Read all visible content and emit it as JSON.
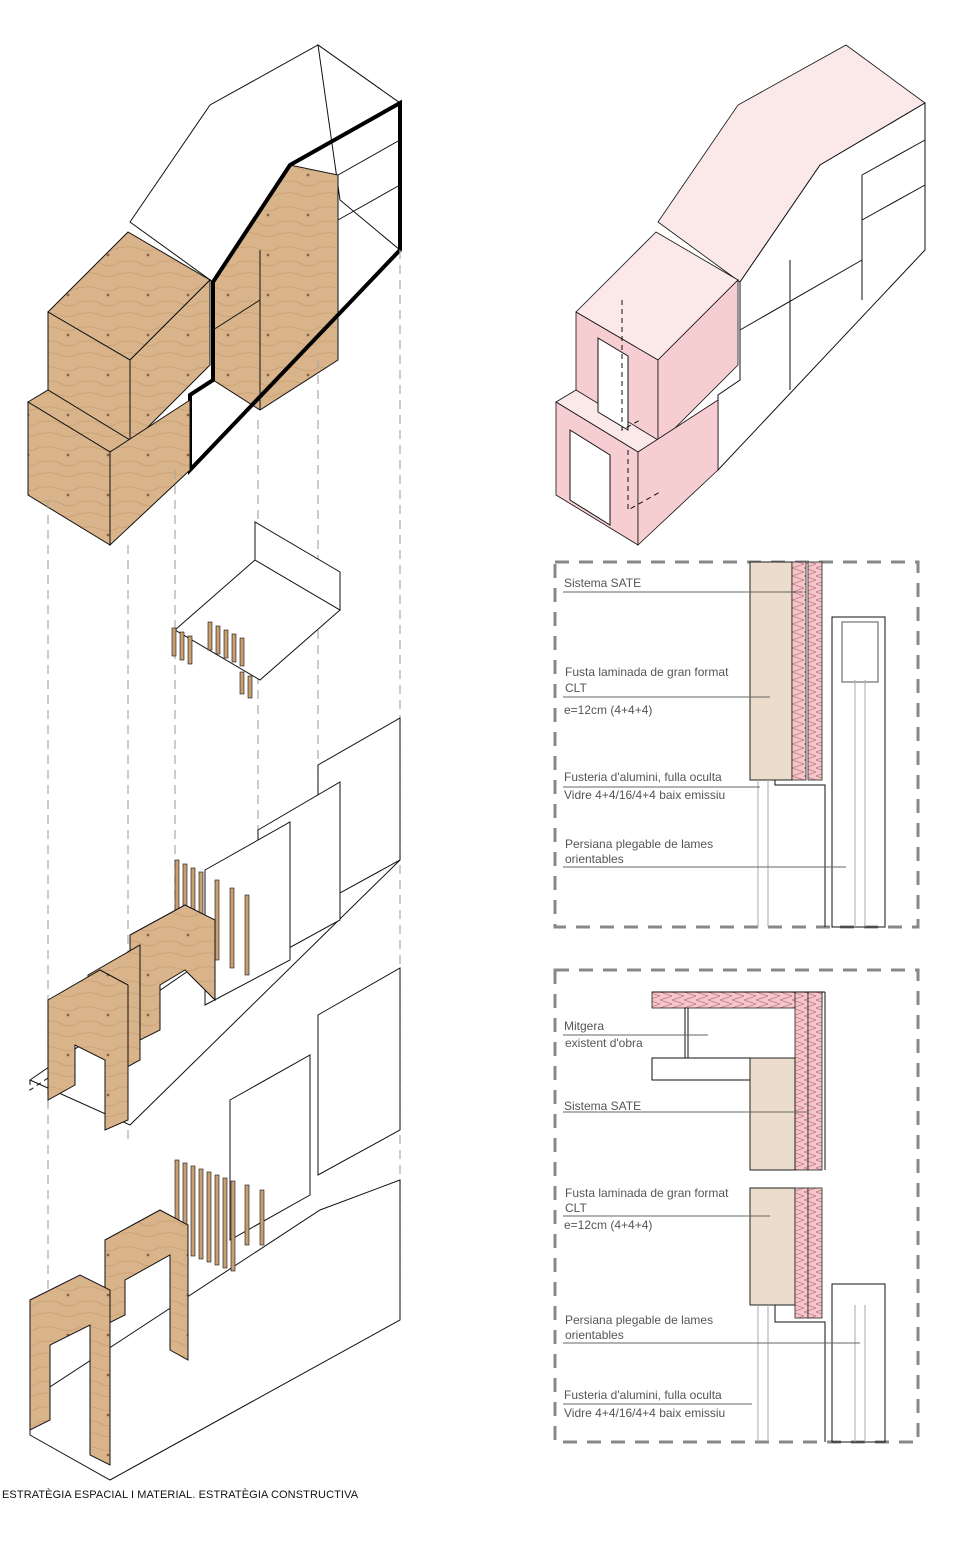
{
  "caption": "ESTRATÈGIA ESPACIAL I MATERIAL.  ESTRATÈGIA CONSTRUCTIVA",
  "colors": {
    "wood": "#d9b48a",
    "pink": "#f6cdd0",
    "light_pink": "#fbe9ea",
    "dashed_frame": "#888888"
  },
  "detail_top": {
    "labels": [
      {
        "text": "Sistema SATE"
      },
      {
        "text": "Fusta laminada de gran format"
      },
      {
        "text": "CLT"
      },
      {
        "text": "e=12cm (4+4+4)"
      },
      {
        "text": "Fusteria d'alumini, fulla oculta"
      },
      {
        "text": "Vidre 4+4/16/4+4 baix emissiu"
      },
      {
        "text": "Persiana plegable de lames"
      },
      {
        "text": "orientables"
      }
    ]
  },
  "detail_bottom": {
    "labels": [
      {
        "text": "Mitgera"
      },
      {
        "text": "existent d'obra"
      },
      {
        "text": "Sistema SATE"
      },
      {
        "text": "Fusta laminada de gran format"
      },
      {
        "text": "CLT"
      },
      {
        "text": "e=12cm (4+4+4)"
      },
      {
        "text": "Persiana plegable de lames"
      },
      {
        "text": "orientables"
      },
      {
        "text": "Fusteria d'alumini, fulla oculta"
      },
      {
        "text": "Vidre 4+4/16/4+4 baix emissiu"
      }
    ]
  }
}
